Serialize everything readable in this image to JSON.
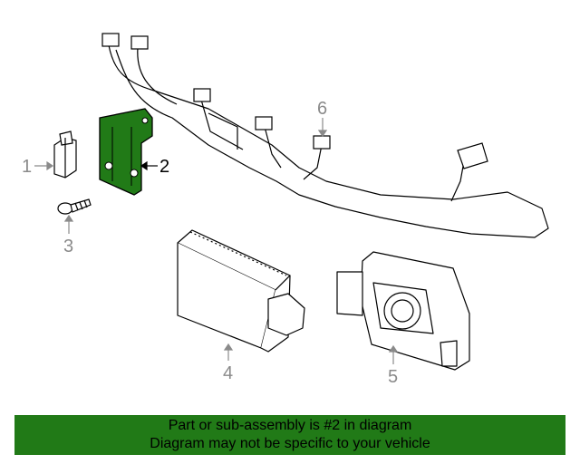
{
  "diagram": {
    "callouts": [
      {
        "id": "1",
        "label": "1"
      },
      {
        "id": "2",
        "label": "2"
      },
      {
        "id": "3",
        "label": "3"
      },
      {
        "id": "4",
        "label": "4"
      },
      {
        "id": "5",
        "label": "5"
      },
      {
        "id": "6",
        "label": "6"
      }
    ],
    "colors": {
      "line": "#000000",
      "callout_gray": "#8a8a8a",
      "highlight_part": "#217a17",
      "banner": "#217a17"
    }
  },
  "banner": {
    "line1": "Part or sub-assembly is #2 in diagram",
    "line2": "Diagram may not be specific to your vehicle"
  }
}
